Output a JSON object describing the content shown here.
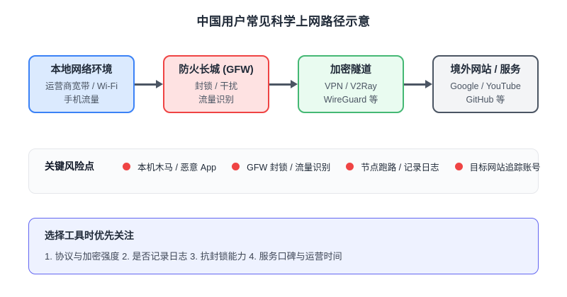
{
  "title": "中国用户常见科学上网路径示意",
  "flow": {
    "arrow_color": "#4b5563",
    "nodes": [
      {
        "title": "本地网络环境",
        "line1": "运营商宽带 / Wi-Fi",
        "line2": "手机流量",
        "bg": "#dbeafe",
        "border": "#3b82f6"
      },
      {
        "title": "防火长城 (GFW)",
        "line1": "封锁 / 干扰",
        "line2": "流量识别",
        "bg": "#fee2e2",
        "border": "#ef4444"
      },
      {
        "title": "加密隧道",
        "line1": "VPN / V2Ray",
        "line2": "WireGuard 等",
        "bg": "#e9fbf0",
        "border": "#45b874"
      },
      {
        "title": "境外网站 / 服务",
        "line1": "Google / YouTube",
        "line2": "GitHub 等",
        "bg": "#f3f4f6",
        "border": "#4b5563"
      }
    ]
  },
  "risks": {
    "label": "关键风险点",
    "bullet_color": "#ef4444",
    "items": [
      "本机木马 / 恶意 App",
      "GFW 封锁 / 流量识别",
      "节点跑路 / 记录日志",
      "目标网站追踪账号"
    ]
  },
  "advice": {
    "bg": "#eef2ff",
    "border": "#6366f1",
    "title": "选择工具时优先关注",
    "body": "1. 协议与加密强度 2. 是否记录日志 3. 抗封锁能力 4. 服务口碑与运营时间"
  }
}
